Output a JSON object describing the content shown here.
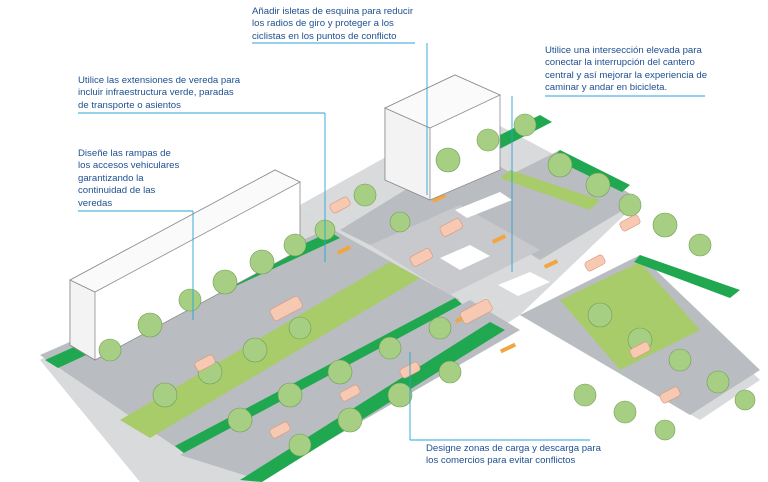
{
  "callouts": [
    {
      "id": "corner-islands",
      "lines": [
        "Añadir isletas de esquina para reducir",
        "los radios de giro y proteger a los",
        "ciclistas en los puntos de conflicto"
      ]
    },
    {
      "id": "raised-intersection",
      "lines": [
        "Utilice una intersección elevada para",
        "conectar la interrupción del cantero",
        "central y así mejorar la experiencia de",
        "caminar y andar en bicicleta."
      ]
    },
    {
      "id": "curb-extensions",
      "lines": [
        "Utilice las extensiones de vereda para",
        "incluir infraestructura verde, paradas",
        "de transporte o asientos"
      ]
    },
    {
      "id": "driveway-ramps",
      "lines": [
        "Diseñe las rampas de",
        "los accesos vehiculares",
        "garantizando la",
        "continuidad de las",
        "veredas"
      ]
    },
    {
      "id": "loading-zones",
      "lines": [
        "Designe zonas de carga y descarga para",
        "los comercios para evitar conflictos"
      ]
    }
  ],
  "colors": {
    "text": "#1d4f91",
    "leader": "#29a3d6",
    "road": "#b9bcc0",
    "sidewalk": "#e6e7e8",
    "bike_lane": "#1fa84f",
    "grass": "#a9cc6b",
    "tree": "#a6cf83",
    "building": "#ffffff",
    "car": "#f7c9b2"
  }
}
